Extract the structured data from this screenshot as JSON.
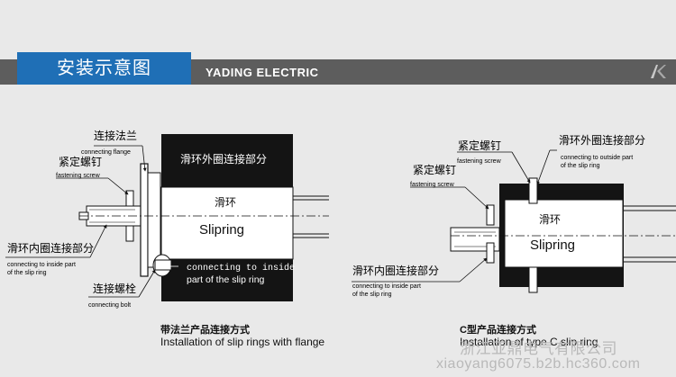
{
  "header": {
    "title": "安装示意图",
    "brand": "YADING ELECTRIC"
  },
  "left_diagram": {
    "labels": {
      "flange_cn": "连接法兰",
      "flange_en": "connecting flange",
      "screw_cn": "紧定螺钉",
      "screw_en": "fastening screw",
      "inner_cn": "滑环内圈连接部分",
      "inner_en_1": "connecting to inside part",
      "inner_en_2": "of the slip ring",
      "bolt_cn": "连接螺栓",
      "bolt_en": "connecting bolt",
      "outer_cn": "滑环外圈连接部分",
      "slipring_cn": "滑环",
      "slipring_en": "Slipring",
      "inside_note_1": "connecting to inside",
      "inside_note_2": "part of the slip ring"
    },
    "caption_cn": "带法兰产品连接方式",
    "caption_en": "Installation of slip rings with flange"
  },
  "right_diagram": {
    "labels": {
      "screw_cn": "紧定螺钉",
      "screw_en": "fastening screw",
      "screw2_cn": "紧定螺钉",
      "screw2_en": "fastening screw",
      "outer_cn": "滑环外圈连接部分",
      "outer_en_1": "connecting to outside part",
      "outer_en_2": "of the slip ring",
      "inner_cn": "滑环内圈连接部分",
      "inner_en_1": "connecting to inside part",
      "inner_en_2": "of the slip ring",
      "slipring_cn": "滑环",
      "slipring_en": "Slipring"
    },
    "caption_cn": "C型产品连接方式",
    "caption_en": "Installation of type C slip ring"
  },
  "watermark": {
    "company": "浙江亚鼎电气有限公司",
    "url": "xiaoyang6075.b2b.hc360.com"
  }
}
